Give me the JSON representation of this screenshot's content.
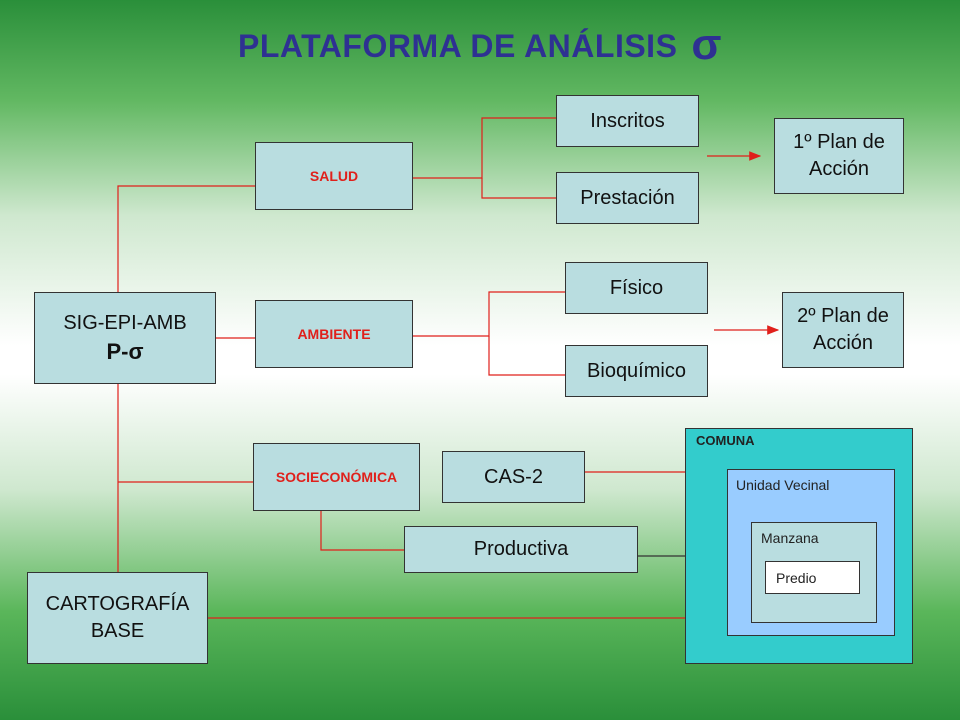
{
  "title": {
    "text": "PLATAFORMA DE ANÁLISIS",
    "symbol": "σ"
  },
  "nodes": {
    "sig": {
      "line1": "SIG-EPI-AMB",
      "line2": "P-σ"
    },
    "cartografia": {
      "line1": "CARTOGRAFÍA",
      "line2": "BASE"
    },
    "salud": "SALUD",
    "ambiente": "AMBIENTE",
    "socioeconomica": "SOCIECONÓMICA",
    "inscritos": "Inscritos",
    "prestacion": "Prestación",
    "fisico": "Físico",
    "bioquimico": "Bioquímico",
    "cas2": "CAS-2",
    "productiva": "Productiva",
    "plan1": {
      "line1": "1º Plan de",
      "line2": "Acción"
    },
    "plan2": {
      "line1": "2º Plan de",
      "line2": "Acción"
    }
  },
  "territory": {
    "comuna": "COMUNA",
    "unidad_vecinal": "Unidad Vecinal",
    "manzana": "Manzana",
    "predio": "Predio"
  },
  "colors": {
    "box_fill": "#b9dde0",
    "title": "#2e3192",
    "connector": "#e0201b",
    "category_text": "#e0201b",
    "comuna_fill": "#33cccc",
    "unidad_vecinal_fill": "#99ccff",
    "manzana_fill": "#b9dde0",
    "predio_fill": "#ffffff"
  }
}
